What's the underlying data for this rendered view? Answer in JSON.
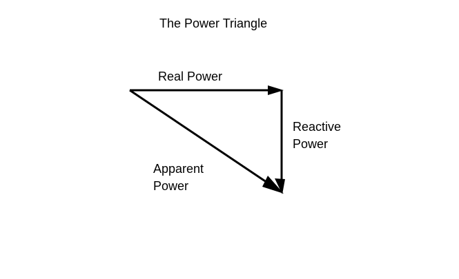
{
  "title": "The Power Triangle",
  "vectors": {
    "real": {
      "label": "Real Power"
    },
    "reactive": {
      "label_lines": [
        "Reactive",
        "Power"
      ]
    },
    "apparent": {
      "label_lines": [
        "Apparent",
        "Power"
      ]
    }
  },
  "colors": {
    "line": "#000000",
    "background": "#ffffff"
  }
}
